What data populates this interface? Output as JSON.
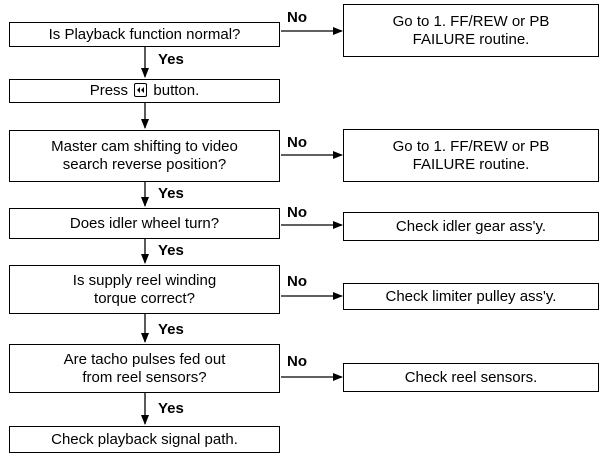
{
  "decisions": [
    {
      "lines": [
        "Is Playback function normal?"
      ],
      "no_label": "No",
      "yes_label": "Yes",
      "action_lines": [
        "Go to 1. FF/REW or PB",
        "FAILURE routine."
      ]
    },
    {
      "lines": [
        "Master cam shifting to video",
        "search reverse position?"
      ],
      "no_label": "No",
      "yes_label": "Yes",
      "action_lines": [
        "Go to 1. FF/REW or PB",
        "FAILURE routine."
      ]
    },
    {
      "lines": [
        "Does idler wheel turn?"
      ],
      "no_label": "No",
      "yes_label": "Yes",
      "action_lines": [
        "Check idler gear ass'y."
      ]
    },
    {
      "lines": [
        "Is supply reel winding",
        "torque correct?"
      ],
      "no_label": "No",
      "yes_label": "Yes",
      "action_lines": [
        "Check limiter pulley ass'y."
      ]
    },
    {
      "lines": [
        "Are tacho pulses fed out",
        "from reel sensors?"
      ],
      "no_label": "No",
      "yes_label": "Yes",
      "action_lines": [
        "Check reel sensors."
      ]
    }
  ],
  "press_step": {
    "before": "Press",
    "icon": "rewind-button-icon",
    "after": "button."
  },
  "final_step": "Check playback signal path."
}
